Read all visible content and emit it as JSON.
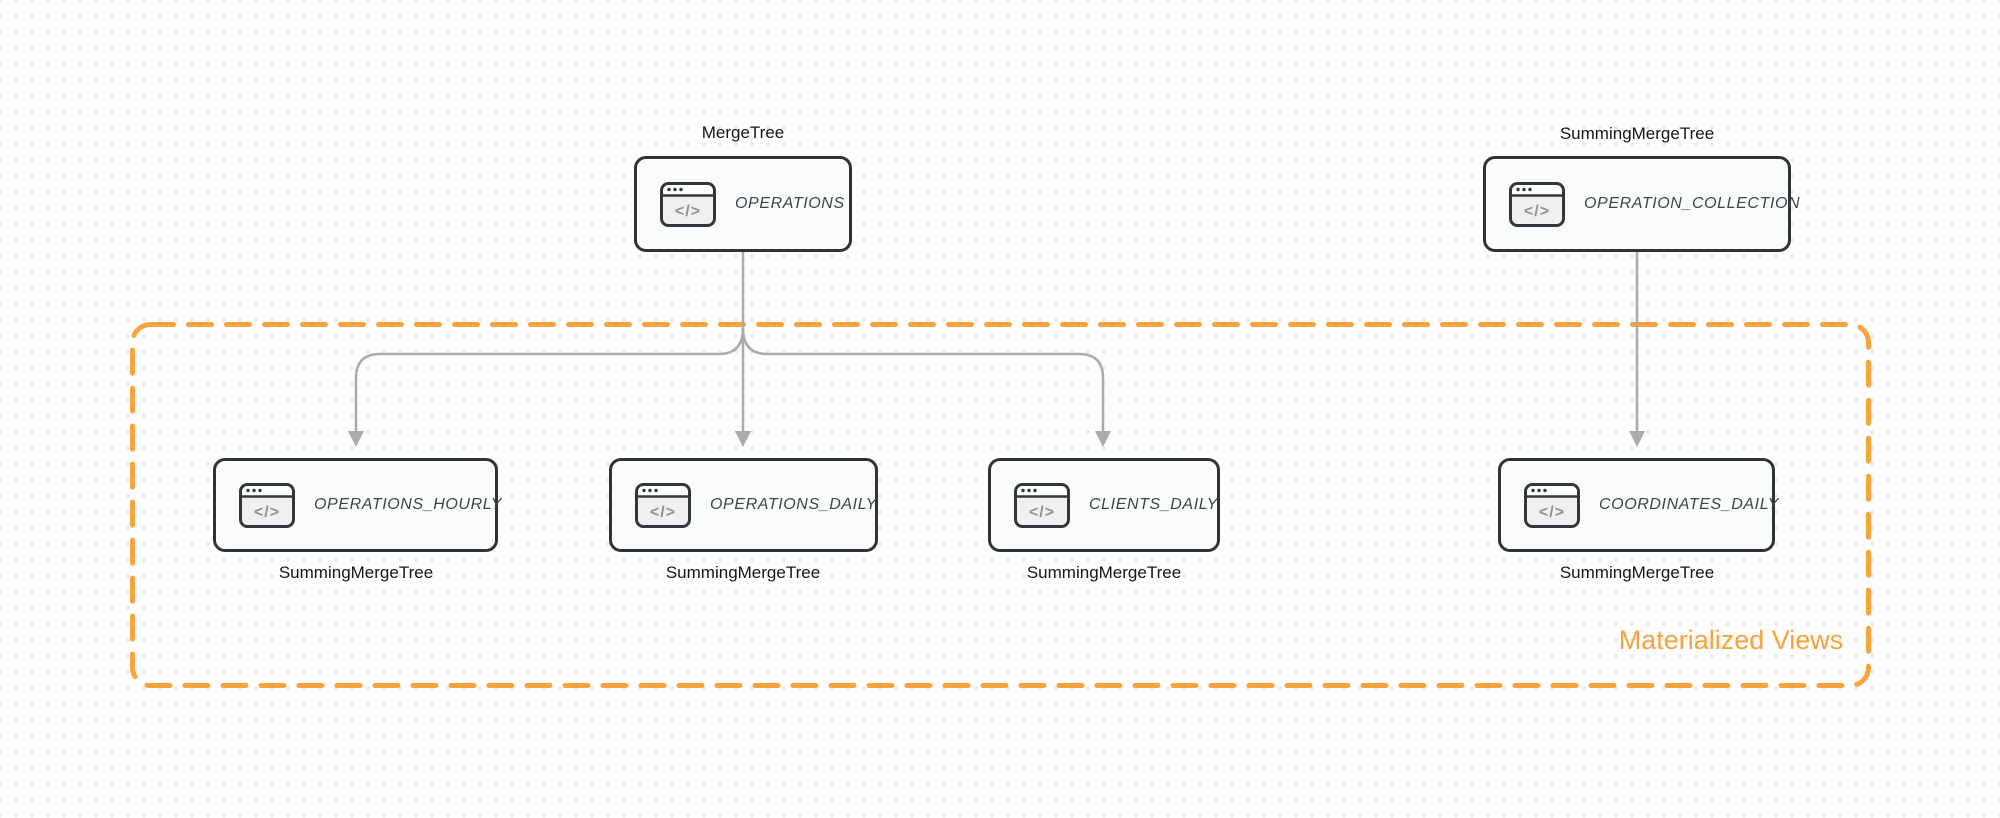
{
  "group": {
    "label": "Materialized Views"
  },
  "icon": {
    "name": "code-window-icon",
    "glyph": "</>"
  },
  "nodes": {
    "operations": {
      "label": "OPERATIONS",
      "engine": "MergeTree"
    },
    "operation_collection": {
      "label": "OPERATION_COLLECTION",
      "engine": "SummingMergeTree"
    },
    "operations_hourly": {
      "label": "OPERATIONS_HOURLY",
      "engine": "SummingMergeTree"
    },
    "operations_daily": {
      "label": "OPERATIONS_DAILY",
      "engine": "SummingMergeTree"
    },
    "clients_daily": {
      "label": "CLIENTS_DAILY",
      "engine": "SummingMergeTree"
    },
    "coordinates_daily": {
      "label": "COORDINATES_DAILY",
      "engine": "SummingMergeTree"
    }
  },
  "colors": {
    "accent_orange": "#f8a43d",
    "arrow_gray": "#ababab",
    "node_border": "#2f3338",
    "node_fill": "#fafbfb",
    "node_text": "#3f4449",
    "label_text": "#151619",
    "background": "#fdfdfe",
    "dot_grid": "#e3e3e9"
  }
}
